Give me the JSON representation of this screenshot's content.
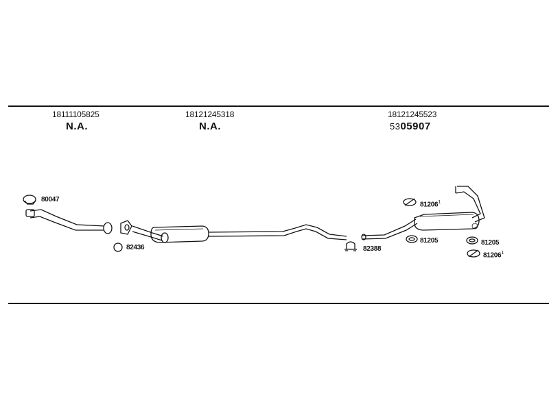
{
  "columns": [
    {
      "oem": "18111105825",
      "code": "N.A."
    },
    {
      "oem": "18121245318",
      "code": "N.A."
    },
    {
      "oem": "18121245523",
      "code_prefix": "53",
      "code_main": "05907"
    }
  ],
  "parts": {
    "p80047": {
      "num": "80047"
    },
    "p82436": {
      "num": "82436"
    },
    "p82388": {
      "num": "82388"
    },
    "p81206a": {
      "num": "81206",
      "sup": "1"
    },
    "p81205a": {
      "num": "81205"
    },
    "p81205b": {
      "num": "81205"
    },
    "p81206b": {
      "num": "81206",
      "sup": "1"
    }
  }
}
